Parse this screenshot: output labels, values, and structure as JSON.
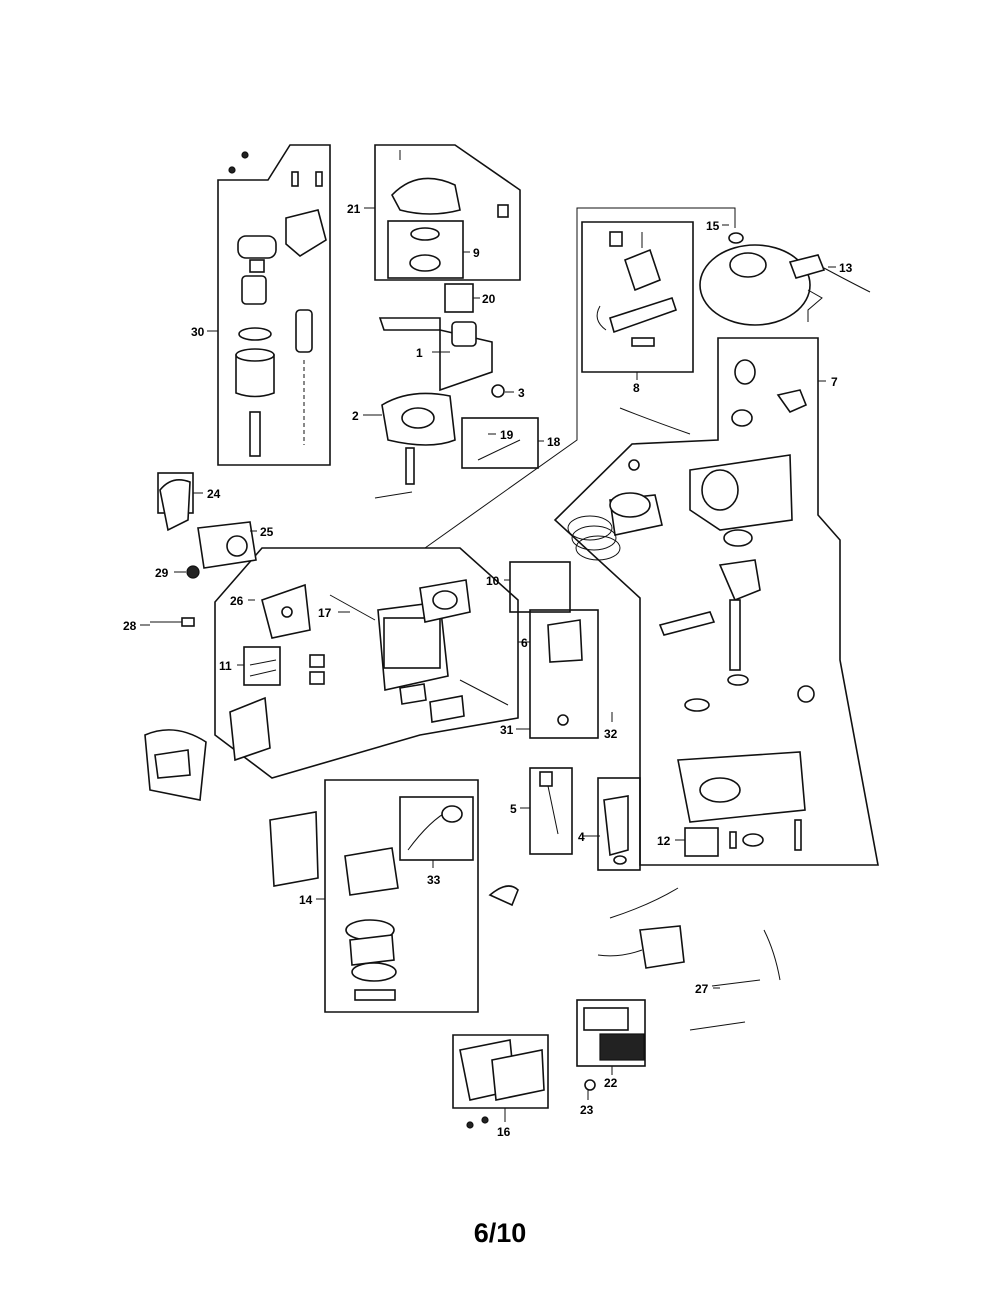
{
  "page": {
    "number": "6/10"
  },
  "callouts": {
    "c1": "1",
    "c2": "2",
    "c3": "3",
    "c4": "4",
    "c5": "5",
    "c6": "6",
    "c7": "7",
    "c8": "8",
    "c9": "9",
    "c10": "10",
    "c11": "11",
    "c12": "12",
    "c13": "13",
    "c14": "14",
    "c15": "15",
    "c16": "16",
    "c17": "17",
    "c18": "18",
    "c19": "19",
    "c20": "20",
    "c21": "21",
    "c22": "22",
    "c23": "23",
    "c24": "24",
    "c25": "25",
    "c26": "26",
    "c27": "27",
    "c28": "28",
    "c29": "29",
    "c30": "30",
    "c31": "31",
    "c32": "32",
    "c33": "33"
  }
}
